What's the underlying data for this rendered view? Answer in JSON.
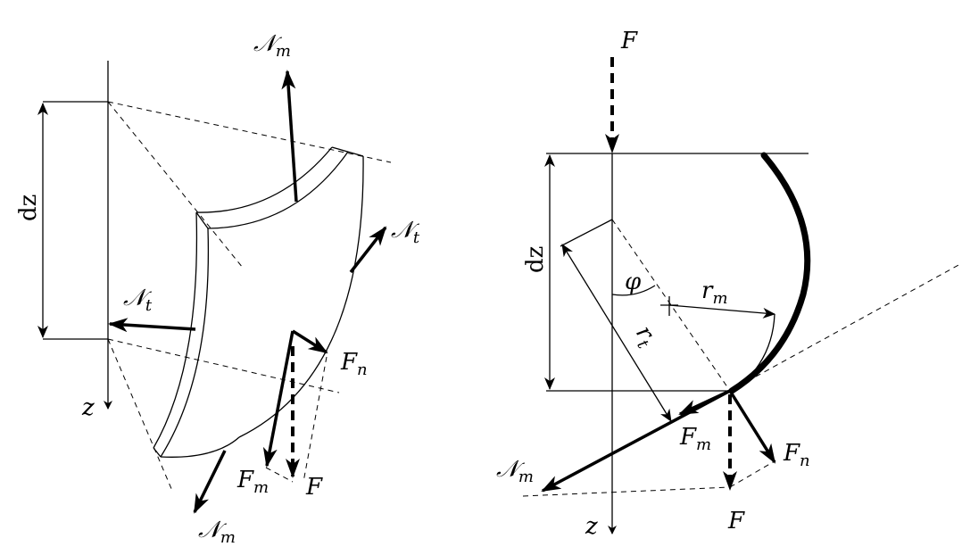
{
  "left_figure": {
    "label_dz": "dz",
    "label_z": "z",
    "label_Nm_top": "𝒩",
    "label_Nm_top_sub": "m",
    "label_Nt_right": "𝒩",
    "label_Nt_right_sub": "t",
    "label_Nt_left": "𝒩",
    "label_Nt_left_sub": "t",
    "label_Fn": "F",
    "label_Fn_sub": "n",
    "label_Fm": "F",
    "label_Fm_sub": "m",
    "label_F": "F",
    "label_Nm_bottom": "𝒩",
    "label_Nm_bottom_sub": "m"
  },
  "right_figure": {
    "label_F_top": "F",
    "label_dz": "dz",
    "label_phi": "φ",
    "label_rm": "r",
    "label_rm_sub": "m",
    "label_rt": "r",
    "label_rt_sub": "t",
    "label_Fm": "F",
    "label_Fm_sub": "m",
    "label_Fn": "F",
    "label_Fn_sub": "n",
    "label_Nm": "𝒩",
    "label_Nm_sub": "m",
    "label_z": "z",
    "label_F_bottom": "F"
  }
}
